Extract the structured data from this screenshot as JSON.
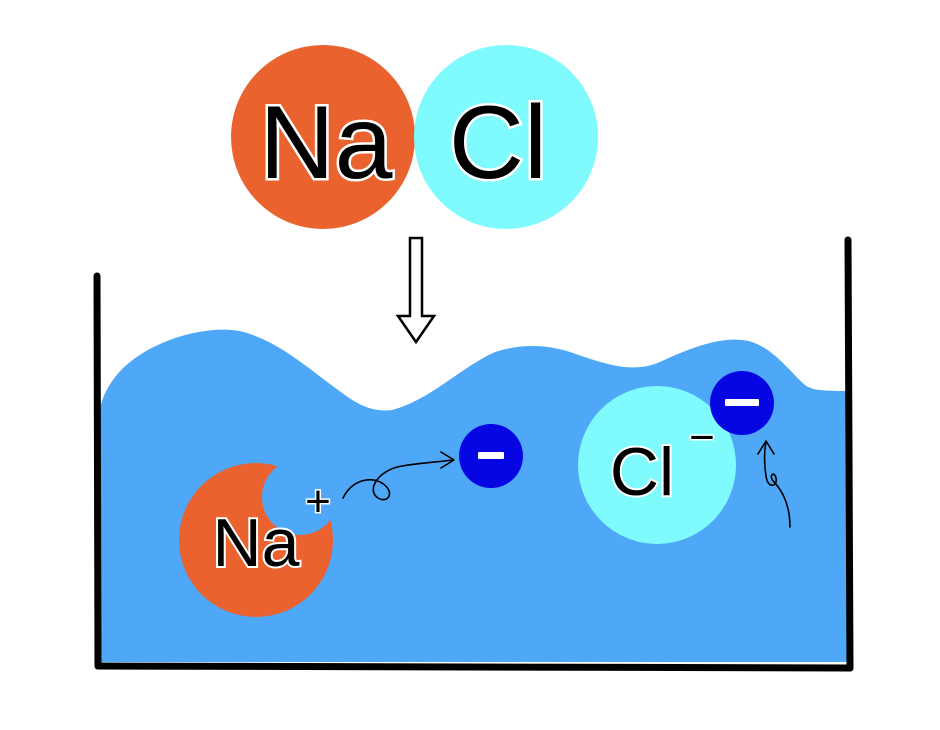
{
  "molecule": {
    "sodium_symbol": "Na",
    "chlorine_symbol": "Cl"
  },
  "solution_ions": {
    "sodium_symbol": "Na",
    "sodium_charge": "+",
    "chloride_symbol": "Cl",
    "chloride_charge": "−"
  },
  "colors": {
    "sodium": "#ea622d",
    "chlorine": "#7ffbfd",
    "water": "#4ea7f7",
    "electron": "#0606e3",
    "container": "#000000"
  },
  "icons": {
    "arrow": "down-arrow-icon",
    "electron": "electron-minus-icon"
  }
}
